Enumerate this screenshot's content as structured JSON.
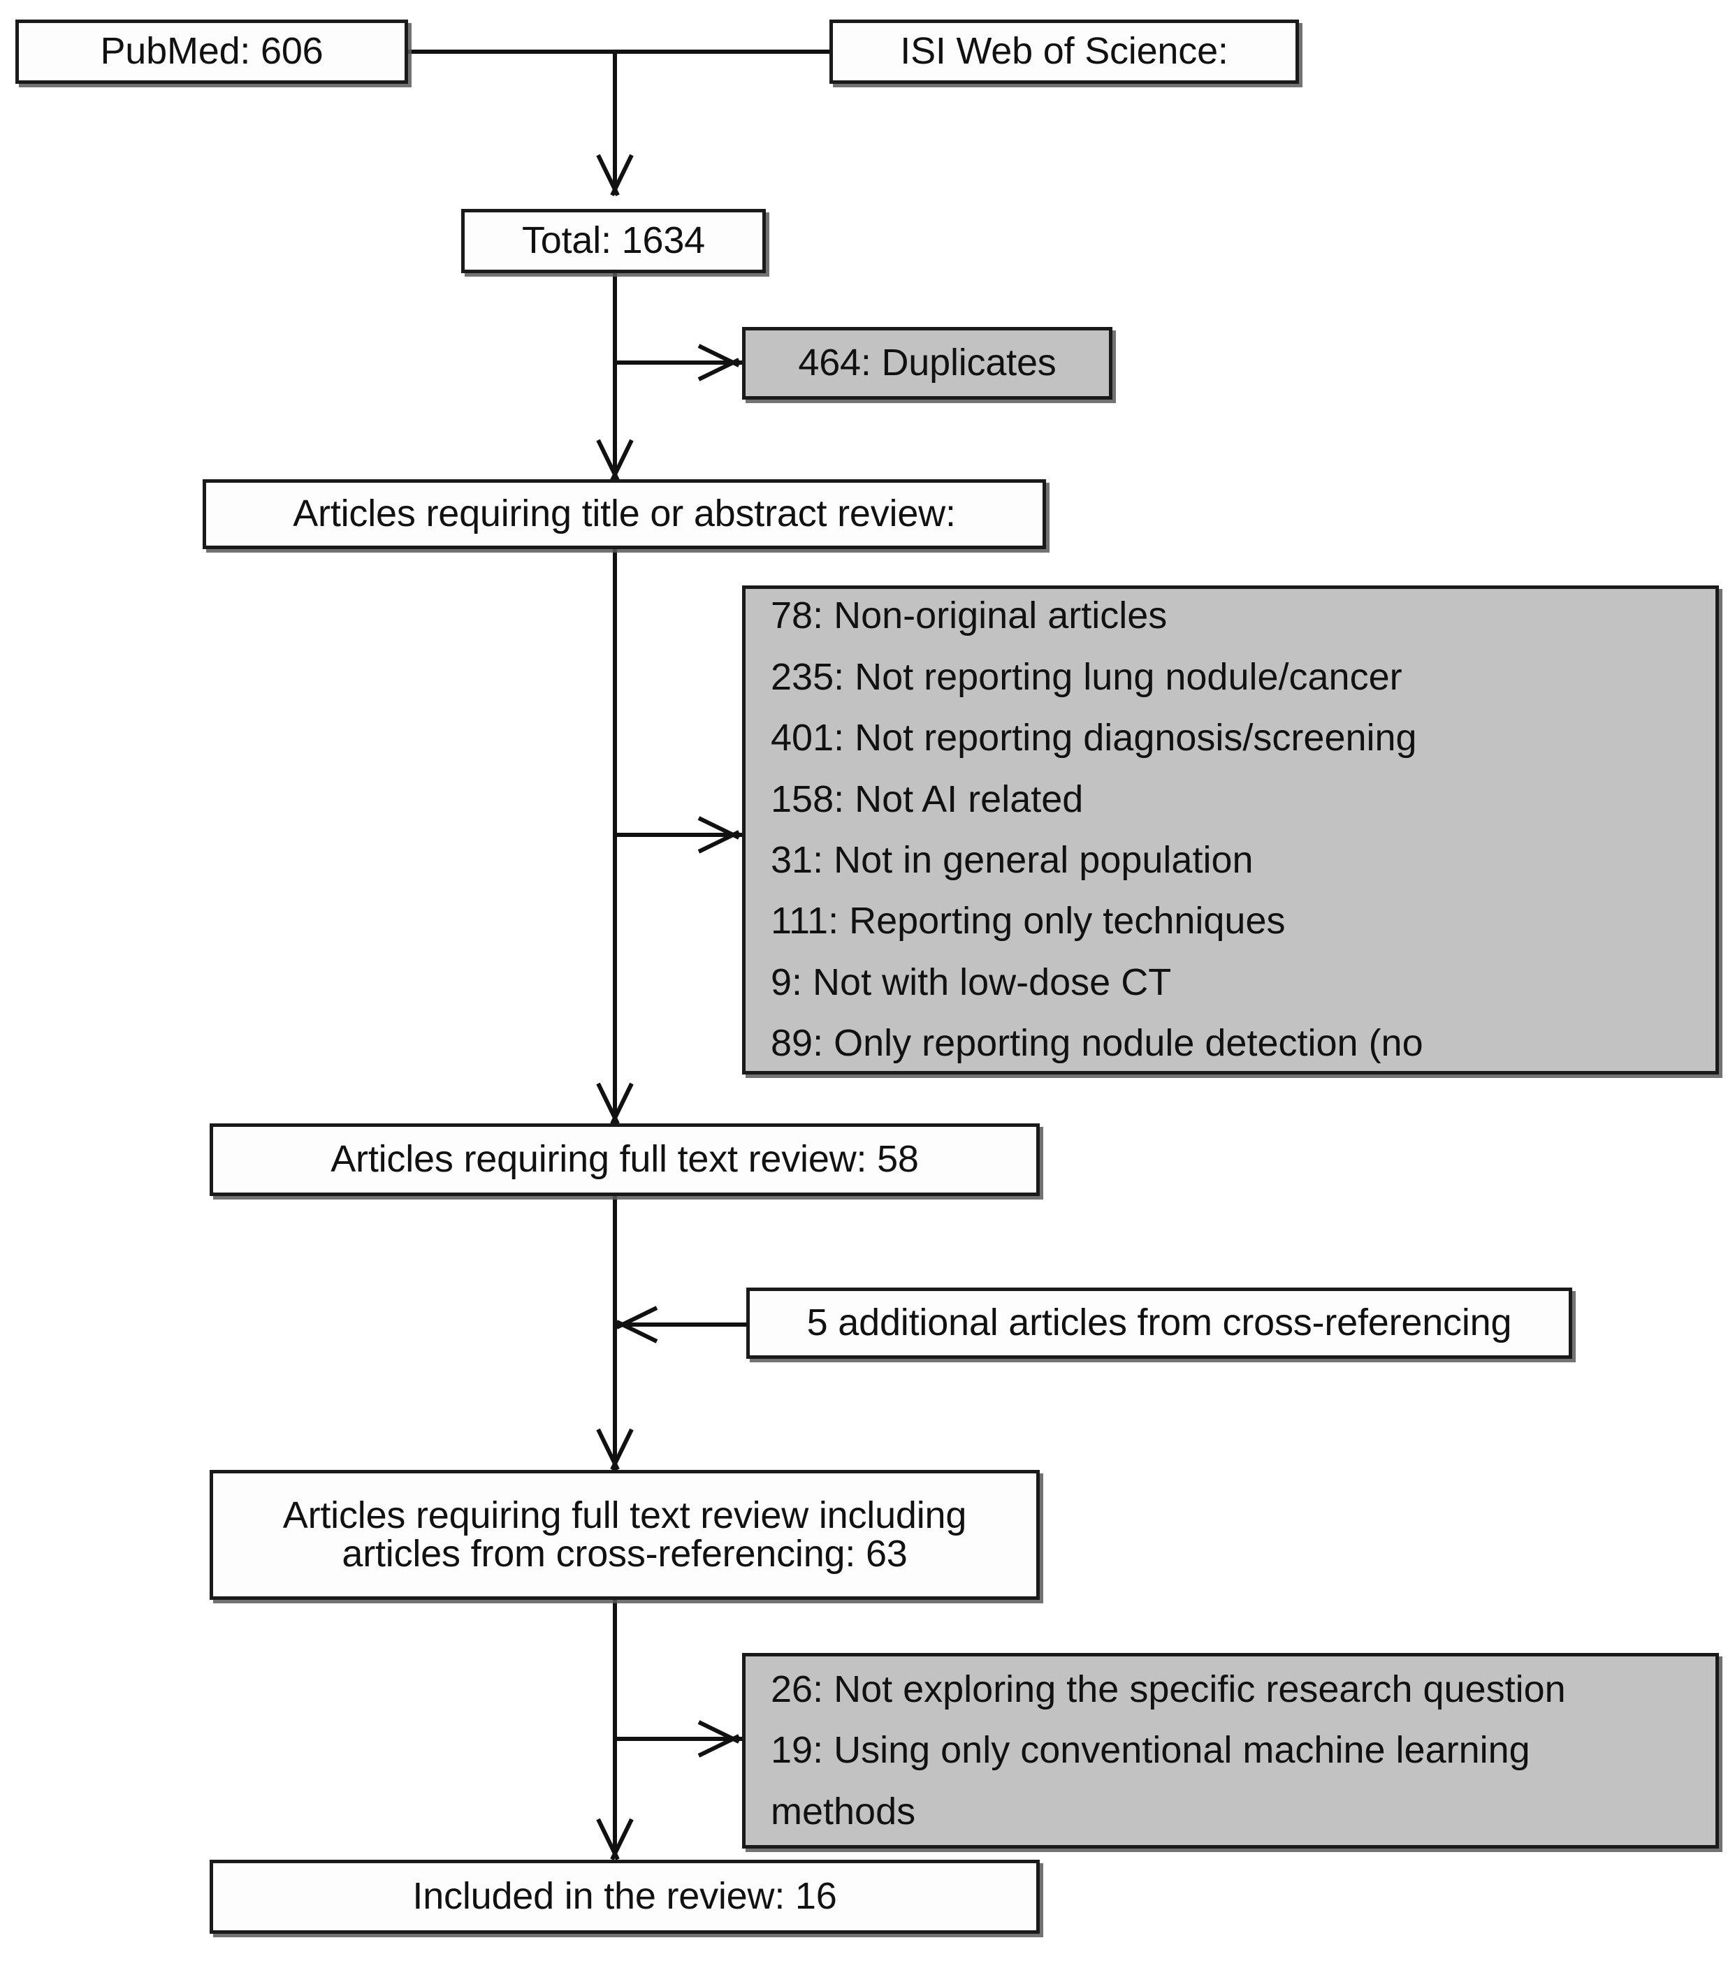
{
  "diagram": {
    "title": "PRISMA study selection flow diagram",
    "colors": {
      "box_border": "#1a1a1a",
      "box_fill": "#fdfdfd",
      "shaded_fill": "#c2c2c2",
      "connector": "#111111",
      "text": "#111111"
    },
    "nodes": {
      "pubmed": {
        "label": "PubMed: 606"
      },
      "isi": {
        "label": "ISI Web of Science:"
      },
      "total": {
        "label": "Total: 1634"
      },
      "duplicates": {
        "label": "464: Duplicates"
      },
      "title_abstract_review": {
        "label": "Articles requiring title or abstract review:"
      },
      "full_text_review": {
        "label": "Articles requiring full text review: 58"
      },
      "cross_referencing": {
        "label": "5 additional articles from cross-referencing"
      },
      "full_text_review_incl": {
        "line1": "Articles requiring full text review including",
        "line2": "articles from cross-referencing: 63"
      },
      "included": {
        "label": "Included in the review: 16"
      }
    },
    "exclusions_title_abstract": {
      "items": [
        "78: Non-original articles",
        "235: Not reporting lung nodule/cancer",
        "401: Not reporting diagnosis/screening",
        "158: Not AI related",
        "31: Not in general population",
        "111: Reporting only techniques",
        "9: Not with low-dose CT",
        "89: Only reporting nodule detection (no"
      ]
    },
    "exclusions_full_text": {
      "items": [
        "26: Not exploring the specific research question",
        "19: Using only conventional machine learning\nmethods"
      ]
    }
  }
}
